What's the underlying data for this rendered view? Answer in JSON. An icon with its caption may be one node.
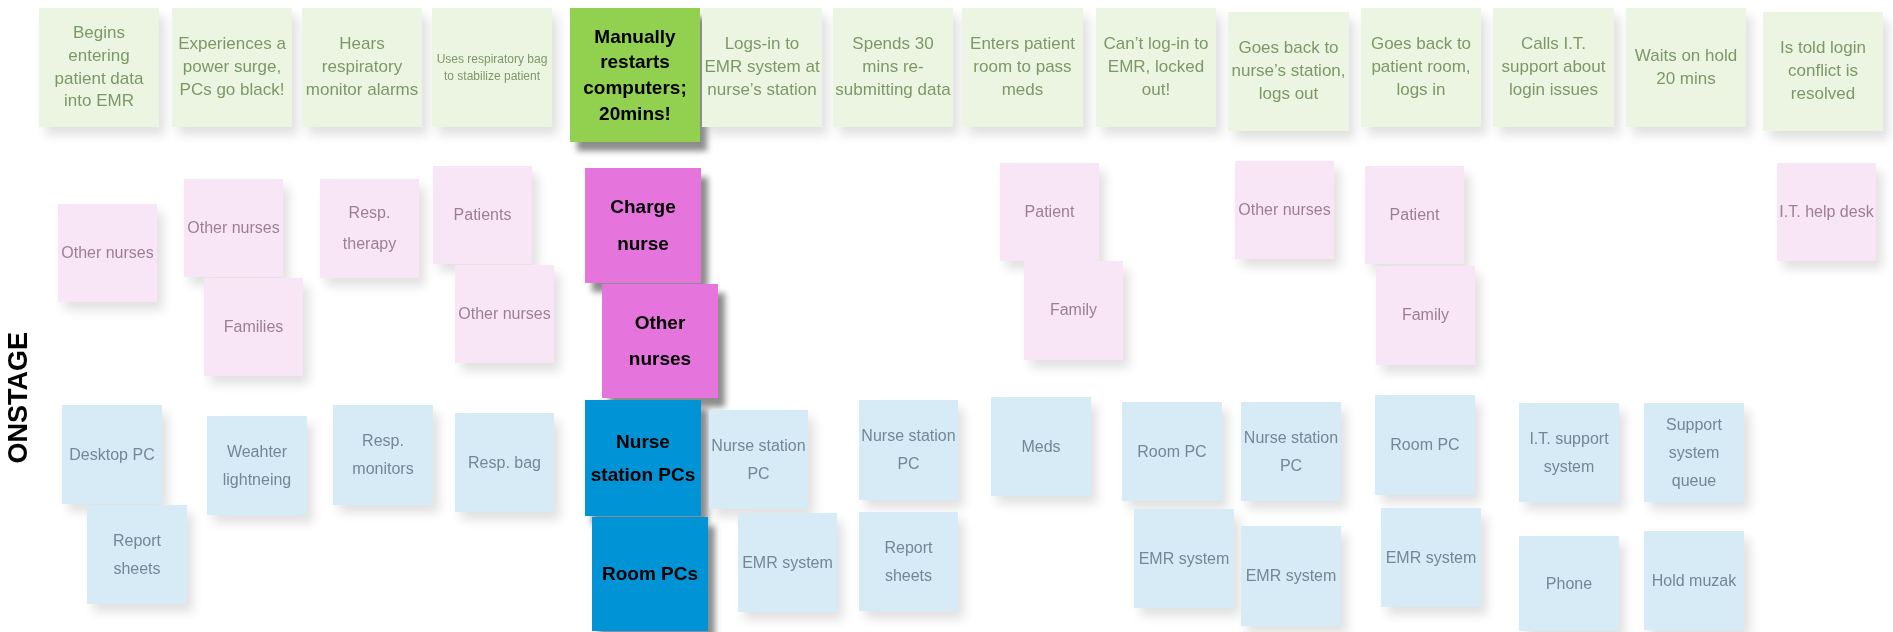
{
  "diagram": {
    "nodes": [
      {
        "text": [
          "Begins entering patient data into EMR"
        ]
      },
      {
        "text": [
          "Experiences a power surge, PCs go black!"
        ]
      },
      {
        "text": [
          "Hears respiratory monitor alarms"
        ]
      },
      {
        "text": [
          "Uses respiratory bag to stabilize patient"
        ]
      },
      {
        "text": [
          "Manually restarts computers; 20mins!"
        ]
      },
      {
        "text": [
          "Logs-in to EMR system at nurse’s station"
        ]
      },
      {
        "text": [
          "Spends 30 mins re-submitting data"
        ]
      },
      {
        "text": [
          "Enters patient room to pass meds"
        ]
      },
      {
        "text": [
          "Can’t log-in to EMR, locked out!"
        ]
      },
      {
        "text": [
          "Goes back to nurse’s station, logs out"
        ]
      },
      {
        "text": [
          "Goes back to patient room, logs in"
        ]
      },
      {
        "text": [
          "Calls I.T. support about login issues"
        ]
      },
      {
        "text": [
          "Waits on hold 20 mins"
        ]
      },
      {
        "text": [
          "Is told login conflict is resolved"
        ]
      },
      {
        "text": [
          "Other nurses"
        ]
      },
      {
        "text": [
          "Other nurses"
        ]
      },
      {
        "text": [
          "Families"
        ]
      },
      {
        "text": [
          "Resp. therapy"
        ]
      },
      {
        "text": [
          "Patients"
        ]
      },
      {
        "text": [
          "Other nurses"
        ]
      },
      {
        "text": [
          "Charge nurse"
        ]
      },
      {
        "text": [
          "Other nurses"
        ]
      },
      {
        "text": [
          "Patient"
        ]
      },
      {
        "text": [
          "Family"
        ]
      },
      {
        "text": [
          "Other nurses"
        ]
      },
      {
        "text": [
          "Patient"
        ]
      },
      {
        "text": [
          "Family"
        ]
      },
      {
        "text": [
          "I.T. help desk"
        ]
      },
      {
        "text": [
          "Desktop PC"
        ]
      },
      {
        "text": [
          "Report sheets"
        ]
      },
      {
        "text": [
          "Weahter lightneing"
        ]
      },
      {
        "text": [
          "Resp. monitors"
        ]
      },
      {
        "text": [
          "Resp. bag"
        ]
      },
      {
        "text": [
          "Nurse station PCs"
        ]
      },
      {
        "text": [
          "Room PCs"
        ]
      },
      {
        "text": [
          "Nurse station PC"
        ]
      },
      {
        "text": [
          "EMR system"
        ]
      },
      {
        "text": [
          "Nurse station PC"
        ]
      },
      {
        "text": [
          "Report sheets"
        ]
      },
      {
        "text": [
          "Meds"
        ]
      },
      {
        "text": [
          "Room PC"
        ]
      },
      {
        "text": [
          "EMR system"
        ]
      },
      {
        "text": [
          "Nurse station PC"
        ]
      },
      {
        "text": [
          "EMR system"
        ]
      },
      {
        "text": [
          "Room PC"
        ]
      },
      {
        "text": [
          "EMR system"
        ]
      },
      {
        "text": [
          "I.T. support system"
        ]
      },
      {
        "text": [
          "Phone"
        ]
      },
      {
        "text": [
          "Support system queue"
        ]
      },
      {
        "text": [
          "Hold muzak"
        ]
      }
    ],
    "labels": [
      "ONSTAGE"
    ]
  }
}
